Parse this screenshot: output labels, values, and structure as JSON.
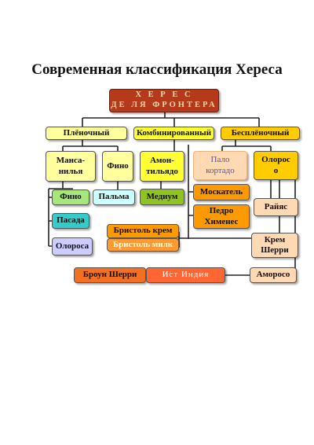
{
  "title": "Современная классификация Хереса",
  "nodes": {
    "root": "Х Е Р Е С\nДЕ ЛЯ ФРОНТЕРА",
    "plenochny": "Плёночный",
    "kombinirovanny": "Комбинированный",
    "bespenochny": "Бесплёночный",
    "mansanilya": "Манса-\nнилья",
    "fino_top": "Фино",
    "amontilyado": "Амон-\nтильядо",
    "palo_kortado": "Пало\nкортадо",
    "oloroso_top": "Олорос\nо",
    "fino_2": "Фино",
    "palma": "Пальма",
    "medium": "Медиум",
    "moskatel": "Москатель",
    "pedro_khimenes": "Педро\nХименес",
    "rayas": "Райяс",
    "pasada": "Пасада",
    "olorosa": "Олороса",
    "bristol_krem": "Бристоль крем",
    "bristol_milk": "Бристоль милк",
    "krem_sherri": "Крем\nШерри",
    "broun_sherri": "Броун Шерри",
    "ist_india": "Ист Индия",
    "amoroso": "Аморосо"
  }
}
